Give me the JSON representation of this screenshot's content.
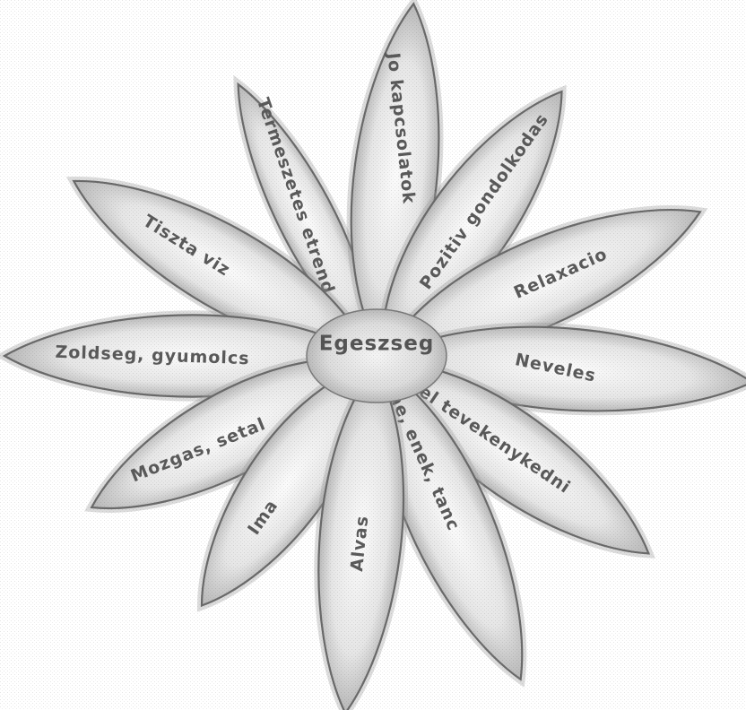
{
  "center": {
    "label": "Egeszseg"
  },
  "petals": [
    {
      "label": "Jo kapcsolatok"
    },
    {
      "label": "Pozitiv gondolkodas"
    },
    {
      "label": "Relaxacio"
    },
    {
      "label": "Neveles"
    },
    {
      "label": "Orommel tevekenykedni"
    },
    {
      "label": "Zene, enek, tanc"
    },
    {
      "label": "Alvas"
    },
    {
      "label": "Ima"
    },
    {
      "label": "Mozgas, setal"
    },
    {
      "label": "Zoldseg, gyumolcs"
    },
    {
      "label": "Tiszta viz"
    },
    {
      "label": "Termeszetes etrend"
    }
  ],
  "colors": {
    "petal_light": "#fafafa",
    "petal_dark": "#8c8c8c",
    "label": "#5a5a5a"
  }
}
